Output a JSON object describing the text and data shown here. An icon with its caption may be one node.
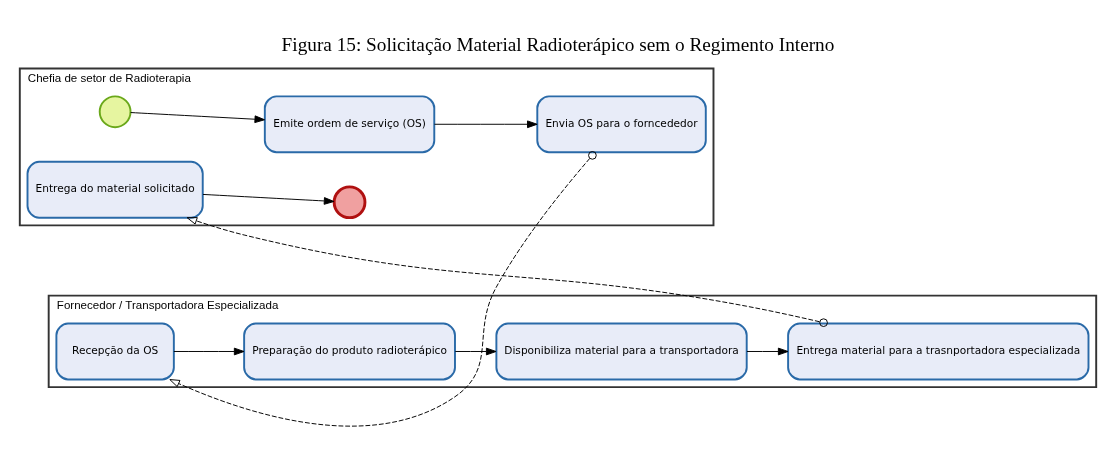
{
  "diagram": {
    "title": "Figura 15: Solicitação Material Radioterápico sem o Regimento Interno",
    "nodes": [
      {
        "text": [
          "Chefia de setor de Radioterapia"
        ]
      },
      {
        "text": [],
        "shape": "circle",
        "in": 0
      },
      {
        "text": [
          "Emite ordem de serviço (OS)"
        ],
        "in": 0
      },
      {
        "text": [
          "Envia OS para o forncededor"
        ],
        "in": 0
      },
      {
        "text": [
          "Entrega do material solicitado"
        ],
        "in": 0
      },
      {
        "text": [],
        "shape": "circle",
        "in": 0
      },
      {
        "text": [
          "Fornecedor / Transportadora Especializada"
        ]
      },
      {
        "text": [
          "Recepção da OS"
        ],
        "in": 6
      },
      {
        "text": [
          "Preparação do produto radioterápico"
        ],
        "in": 6
      },
      {
        "text": [
          "Disponibiliza material para a transportadora"
        ],
        "in": 6
      },
      {
        "text": [
          "Entrega material para a trasnportadora especializada"
        ],
        "in": 6
      }
    ],
    "edges": [
      {
        "from": 1,
        "to": 2,
        "arrow": "to"
      },
      {
        "from": 2,
        "to": 3,
        "arrow": "to"
      },
      {
        "from": 3,
        "to": 7,
        "arrow": "to",
        "style": "dashed"
      },
      {
        "from": 7,
        "to": 8,
        "arrow": "to"
      },
      {
        "from": 8,
        "to": 9,
        "arrow": "to"
      },
      {
        "from": 9,
        "to": 10,
        "arrow": "to"
      },
      {
        "from": 10,
        "to": 4,
        "arrow": "to",
        "style": "dashed"
      },
      {
        "from": 4,
        "to": 5,
        "arrow": "to"
      }
    ]
  }
}
